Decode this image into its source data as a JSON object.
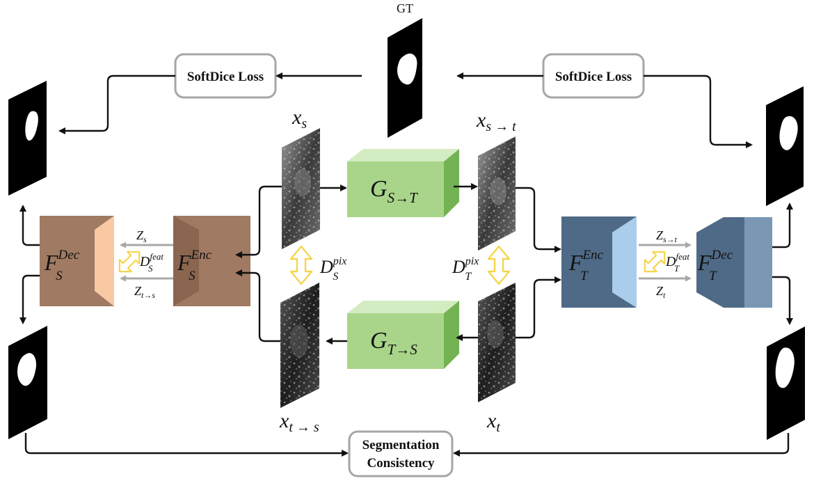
{
  "labels": {
    "gt": "GT",
    "softdice_left": "SoftDice Loss",
    "softdice_right": "SoftDice Loss",
    "seg_consistency_line1": "Segmentation",
    "seg_consistency_line2": "Consistency"
  },
  "math": {
    "x_s": {
      "base": "x",
      "sub": "s"
    },
    "x_s_to_t": {
      "base": "x",
      "sub": "s → t"
    },
    "x_t_to_s": {
      "base": "x",
      "sub": "t → s"
    },
    "x_t": {
      "base": "x",
      "sub": "t"
    },
    "G_S_to_T": {
      "base": "G",
      "sub": "S→T"
    },
    "G_T_to_S": {
      "base": "G",
      "sub": "T→S"
    },
    "F_S_dec": {
      "base": "F",
      "sub": "S",
      "sup": "Dec"
    },
    "F_S_enc": {
      "base": "F",
      "sub": "S",
      "sup": "Enc"
    },
    "F_T_enc": {
      "base": "F",
      "sub": "T",
      "sup": "Enc"
    },
    "F_T_dec": {
      "base": "F",
      "sub": "T",
      "sup": "Dec"
    },
    "D_S_pix": {
      "base": "D",
      "sub": "S",
      "sup": "pix"
    },
    "D_T_pix": {
      "base": "D",
      "sub": "T",
      "sup": "pix"
    },
    "D_S_feat": {
      "base": "D",
      "sub": "S",
      "sup": "feat"
    },
    "D_T_feat": {
      "base": "D",
      "sub": "T",
      "sup": "feat"
    },
    "Z_s": {
      "base": "Z",
      "sub": "s"
    },
    "Z_t_to_s": {
      "base": "Z",
      "sub": "t→s"
    },
    "Z_s_to_t": {
      "base": "Z",
      "sub": "s→t"
    },
    "Z_t": {
      "base": "Z",
      "sub": "t"
    }
  },
  "colors": {
    "source_net_front": "#a07a62",
    "source_net_side": "#f8c9a2",
    "target_net_front": "#4f6a86",
    "target_net_side": "#a9cdea",
    "generator_front": "#a9d58a",
    "generator_top": "#d4ecc2",
    "generator_side": "#74b353",
    "double_arrow": "#f5d54c",
    "feature_arrow": "#a8a8a8",
    "loss_box_border": "#a6a6a6"
  }
}
